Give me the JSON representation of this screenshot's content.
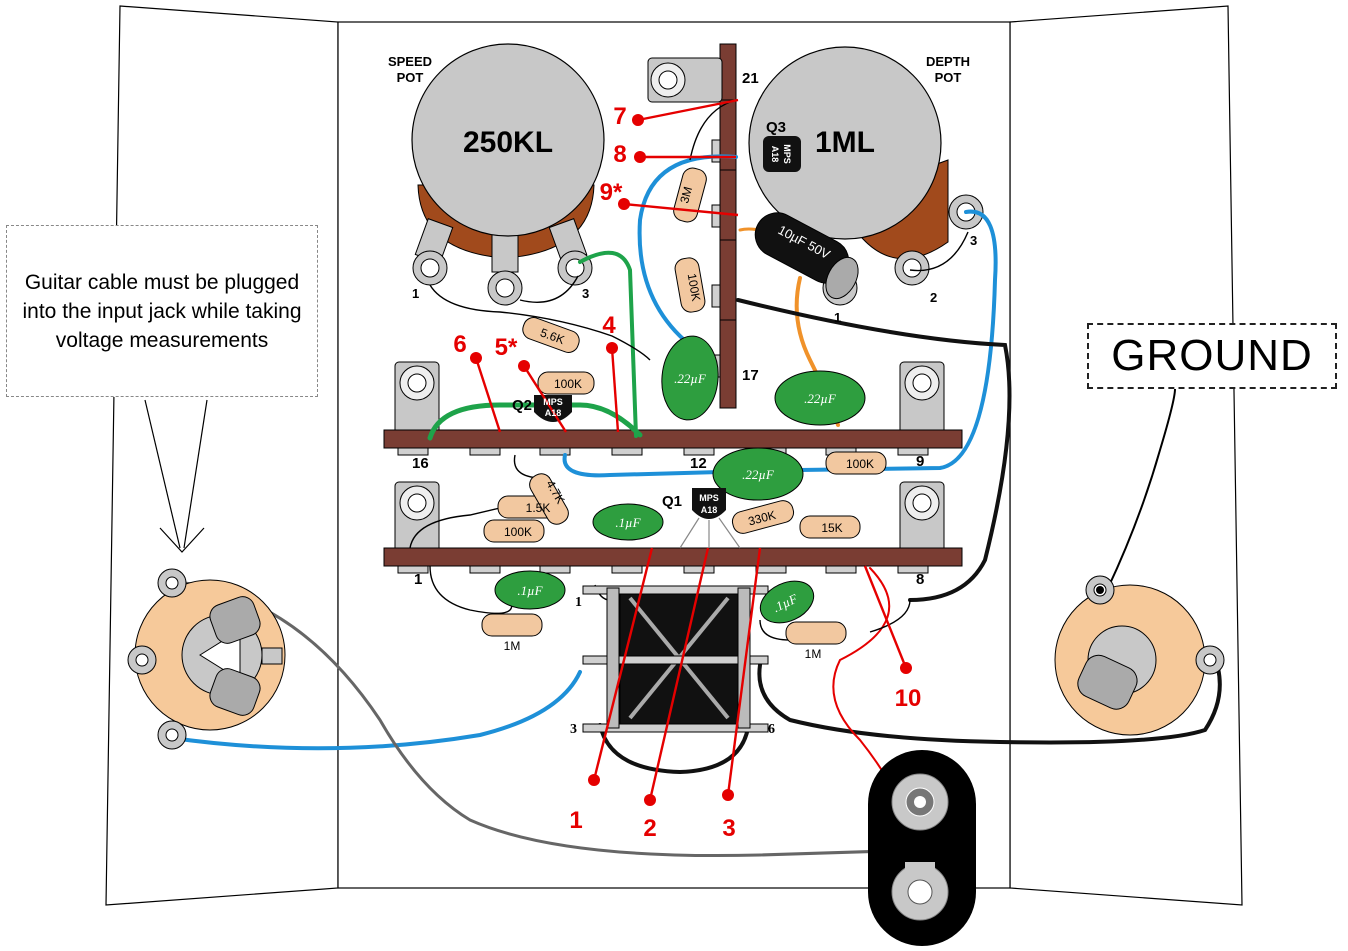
{
  "note": {
    "text": "Guitar cable must be plugged into the input jack while taking voltage measurements"
  },
  "ground": {
    "text": "GROUND"
  },
  "pots": {
    "speed": {
      "title_line1": "SPEED",
      "title_line2": "POT",
      "value": "250KL",
      "lugs": [
        "1",
        "3"
      ]
    },
    "depth": {
      "title_line1": "DEPTH",
      "title_line2": "POT",
      "value": "1ML",
      "lugs": [
        "3",
        "2",
        "1"
      ]
    }
  },
  "transistors": {
    "q1": {
      "label": "Q1",
      "line1": "MPS",
      "line2": "A18"
    },
    "q2": {
      "label": "Q2",
      "line1": "MPS",
      "line2": "A18"
    },
    "q3": {
      "label": "Q3",
      "line1": "MPS",
      "line2": "A18"
    }
  },
  "terminals": {
    "t21": "21",
    "t17": "17",
    "t16": "16",
    "t12": "12",
    "t9": "9",
    "t1": "1",
    "t8": "8"
  },
  "transformer": {
    "pin1": "1",
    "pin3": "3",
    "pin6": "6"
  },
  "resistors": {
    "r3m": "3M",
    "r100k_vert": "100K",
    "r5_6k": "5.6K",
    "r100k_q2": "100K",
    "r1_5k": "1.5K",
    "r4_7k": "4.7K",
    "r100k_low": "100K",
    "r330k": "330K",
    "r15k": "15K",
    "r100k_right": "100K",
    "r1m_left": "1M",
    "r1m_right": "1M"
  },
  "capacitors": {
    "c22_top": ".22µF",
    "c22_right": ".22µF",
    "c22_mid": ".22µF",
    "c1_a": ".1µF",
    "c1_b": ".1µF",
    "c1_c": ".1µF",
    "elec": "10µF 50V"
  },
  "measurement_points": [
    "1",
    "2",
    "3",
    "4",
    "5*",
    "6",
    "7",
    "8",
    "9*",
    "10"
  ],
  "colors": {
    "board": "#ffffff",
    "strip": "#7a3d33",
    "measure": "#e50000",
    "green_cap": "#2e9e3f",
    "blue_wire": "#1e90d8",
    "green_wire": "#1ea34a",
    "orange_wire": "#f0922a",
    "pot_gray": "#c8c8c8",
    "pot_brown": "#a14a1c"
  }
}
